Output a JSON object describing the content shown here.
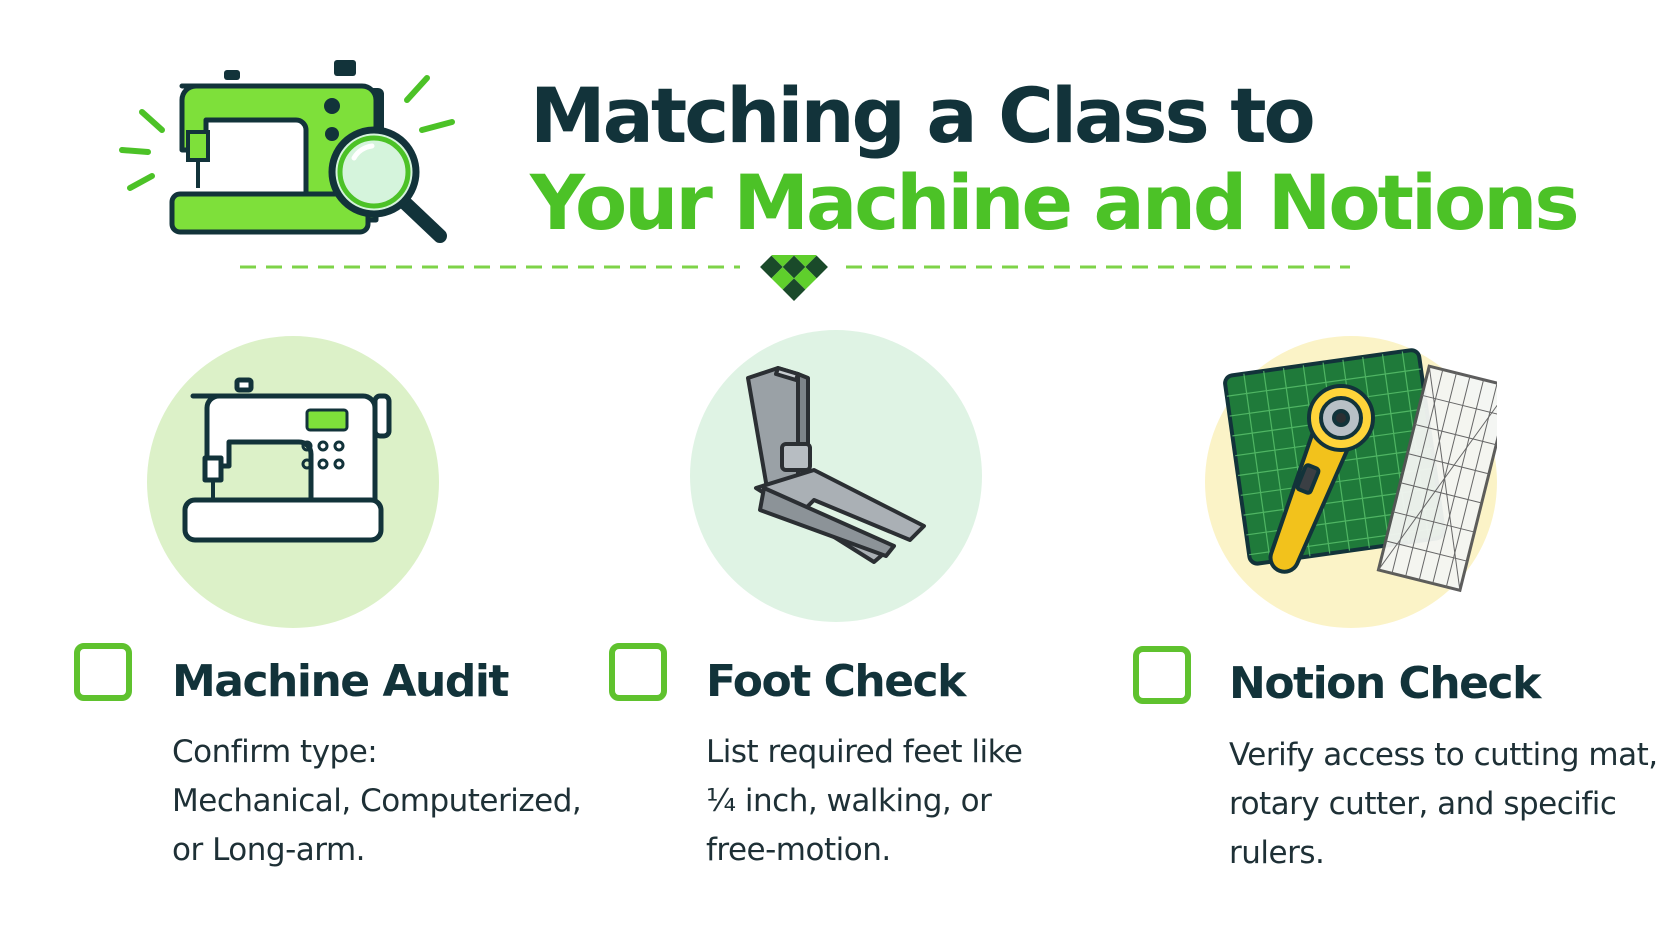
{
  "header": {
    "title_line1": "Matching a Class to",
    "title_line2": "Your Machine and Notions",
    "hero_icon": "sewing-machine-magnifier-icon"
  },
  "colors": {
    "accent_green": "#4cc227",
    "dark_text": "#12333a",
    "circle_green": "#dcf1c8",
    "circle_mint": "#dff3e4",
    "circle_cream": "#fbf3c7"
  },
  "cards": [
    {
      "icon": "computerized-sewing-machine-icon",
      "title": "Machine Audit",
      "description": "Confirm type:\nMechanical, Computerized,\nor Long-arm.",
      "checked": false
    },
    {
      "icon": "presser-foot-icon",
      "title": "Foot Check",
      "description": "List required feet like\n¼ inch, walking, or\nfree-motion.",
      "checked": false
    },
    {
      "icon": "cutting-mat-rotary-cutter-ruler-icon",
      "title": "Notion Check",
      "description": "Verify access to cutting mat,\nrotary cutter, and specific\nrulers.",
      "checked": false
    }
  ]
}
